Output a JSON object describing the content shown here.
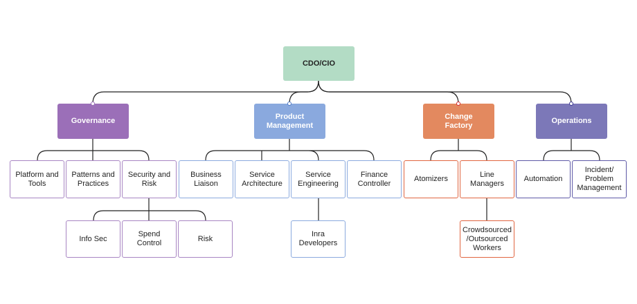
{
  "root": {
    "label": "CDO/CIO",
    "color": "#b3dcc5"
  },
  "heads": [
    {
      "id": "governance",
      "label": "Governance",
      "color": "#9b6fb8",
      "leaf_border": "#a784c2",
      "dot_color": "#9b6fb8"
    },
    {
      "id": "product",
      "label": "Product\nManagement",
      "color": "#8aa9de",
      "leaf_border": "#8aa9de",
      "dot_color": "#4c79c7"
    },
    {
      "id": "change",
      "label": "Change\nFactory",
      "color": "#e3895f",
      "leaf_border": "#e0643f",
      "dot_color": "#d7252a"
    },
    {
      "id": "operations",
      "label": "Operations",
      "color": "#7c78b8",
      "leaf_border": "#5d58a6",
      "dot_color": "#3a3591"
    }
  ],
  "leaves": {
    "platform_tools": "Platform and\nTools",
    "patterns_practices": "Patterns and\nPractices",
    "security_risk": "Security and\nRisk",
    "info_sec": "Info Sec",
    "spend_control": "Spend\nControl",
    "risk": "Risk",
    "business_liaison": "Business\nLiaison",
    "service_architecture": "Service\nArchitecture",
    "service_engineering": "Service\nEngineering",
    "finance_controller": "Finance\nController",
    "inra_developers": "Inra\nDevelopers",
    "atomizers": "Atomizers",
    "line_managers": "Line\nManagers",
    "crowdsourced": "Crowdsourced\n/Outsourced\nWorkers",
    "automation": "Automation",
    "incident": "Incident/\nProblem\nManagement"
  }
}
